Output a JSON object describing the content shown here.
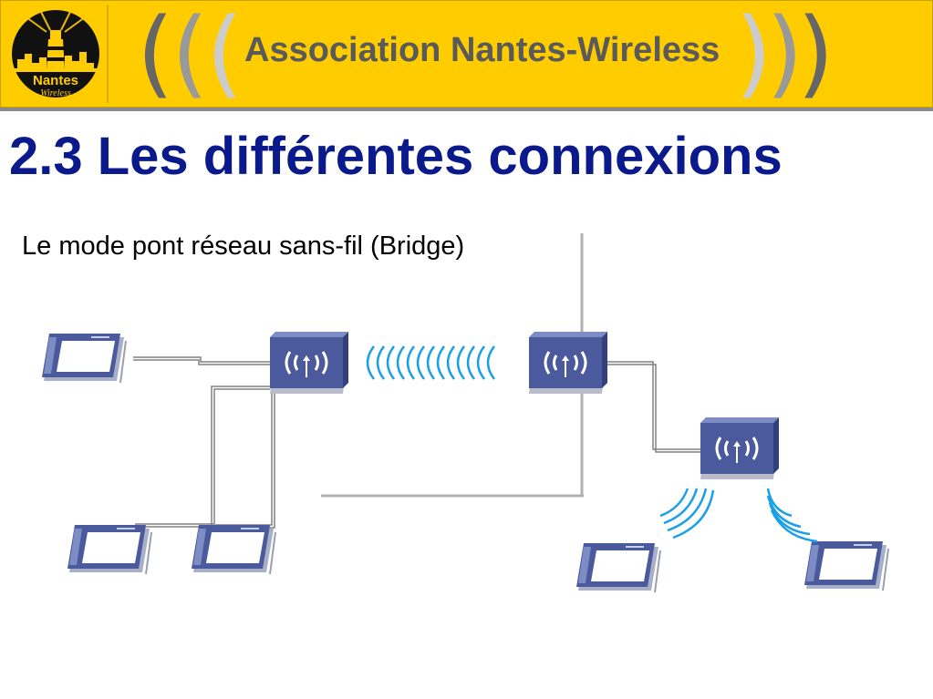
{
  "header": {
    "title": "Association Nantes-Wireless",
    "logo": {
      "text_top": "Nantes",
      "text_bottom": "Wireless",
      "icon": "lighthouse-logo-icon"
    },
    "colors": {
      "background": "#ffcc00",
      "title": "#5a5a5a",
      "paren_dark": "#666666",
      "paren_mid": "#999999",
      "paren_light": "#cccccc"
    }
  },
  "slide": {
    "title": "2.3 Les différentes connexions",
    "subtitle": "Le mode pont réseau sans-fil (Bridge)",
    "title_color": "#0a1a8c"
  },
  "diagram": {
    "devices": [
      {
        "type": "workstation",
        "icon": "workstation-icon"
      },
      {
        "type": "workstation",
        "icon": "workstation-icon"
      },
      {
        "type": "workstation",
        "icon": "workstation-icon"
      },
      {
        "type": "workstation",
        "icon": "workstation-icon"
      },
      {
        "type": "workstation",
        "icon": "workstation-icon"
      },
      {
        "type": "access-point",
        "icon": "access-point-icon"
      },
      {
        "type": "access-point",
        "icon": "access-point-icon"
      },
      {
        "type": "access-point",
        "icon": "access-point-icon"
      }
    ],
    "wave_color": "#1aa0e8",
    "device_color": "#4a5a9c"
  }
}
